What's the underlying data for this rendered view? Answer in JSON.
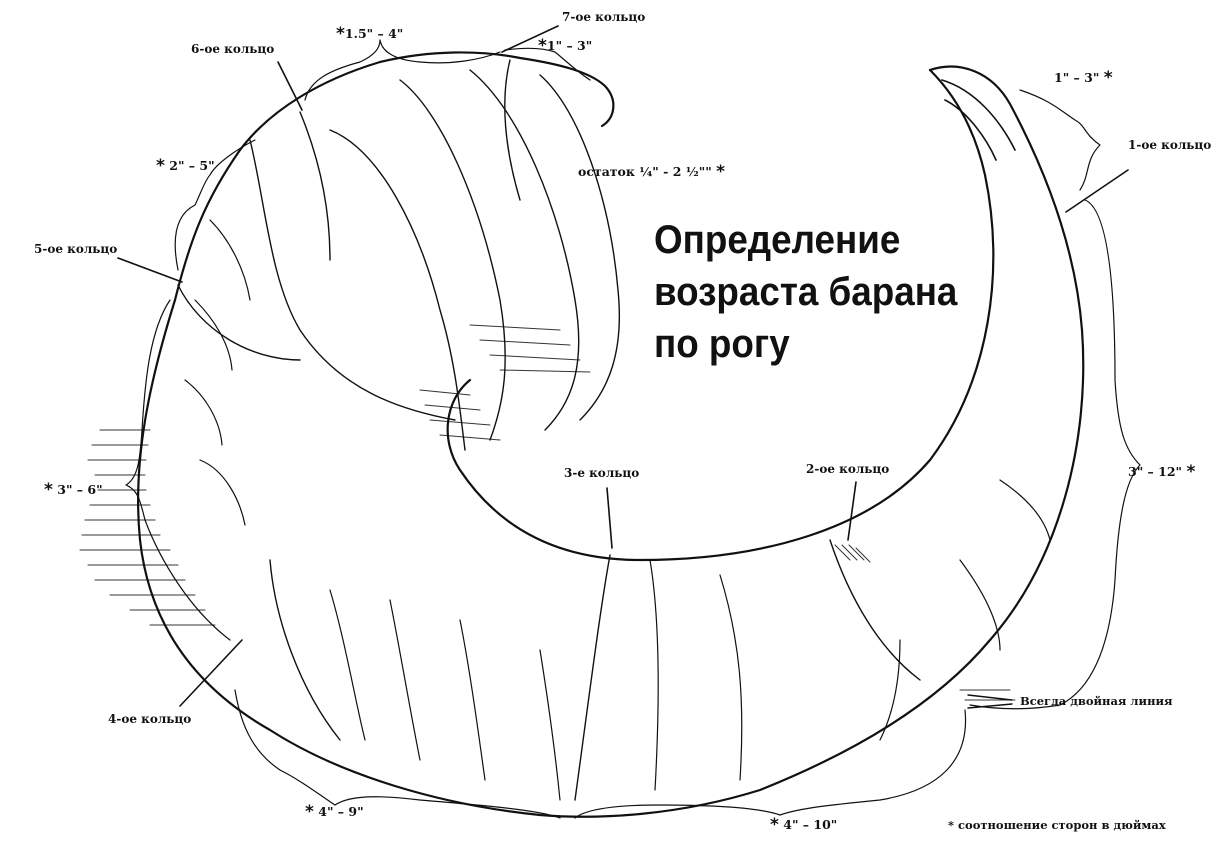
{
  "title": {
    "line1": "Определение",
    "line2": "возраста барана",
    "line3": "по рогу"
  },
  "rings": {
    "r1": "1-ое кольцо",
    "r2": "2-ое кольцо",
    "r3": "3-е кольцо",
    "r4": "4-ое кольцо",
    "r5": "5-ое кольцо",
    "r6": "6-ое кольцо",
    "r7": "7-ое кольцо"
  },
  "measures": {
    "m_first": "1\" – 3\"",
    "m_second": "3\" – 12\"",
    "m_third": "4\" – 10\"",
    "m_fourth": "4\" – 9\"",
    "m_fifth": "3\" – 6\"",
    "m_sixth": "2\" – 5\"",
    "m_seventh": "1.5\" – 4\"",
    "m_eighth": "1\" – 3\"",
    "remainder": "остаток ¼\" - 2 ½\"\""
  },
  "notes": {
    "double_line": "Всегда двойная линия",
    "footnote": "* соотношение сторон в дюймах"
  },
  "symbols": {
    "star": "*"
  },
  "colors": {
    "ink": "#111111",
    "paper": "#ffffff"
  }
}
